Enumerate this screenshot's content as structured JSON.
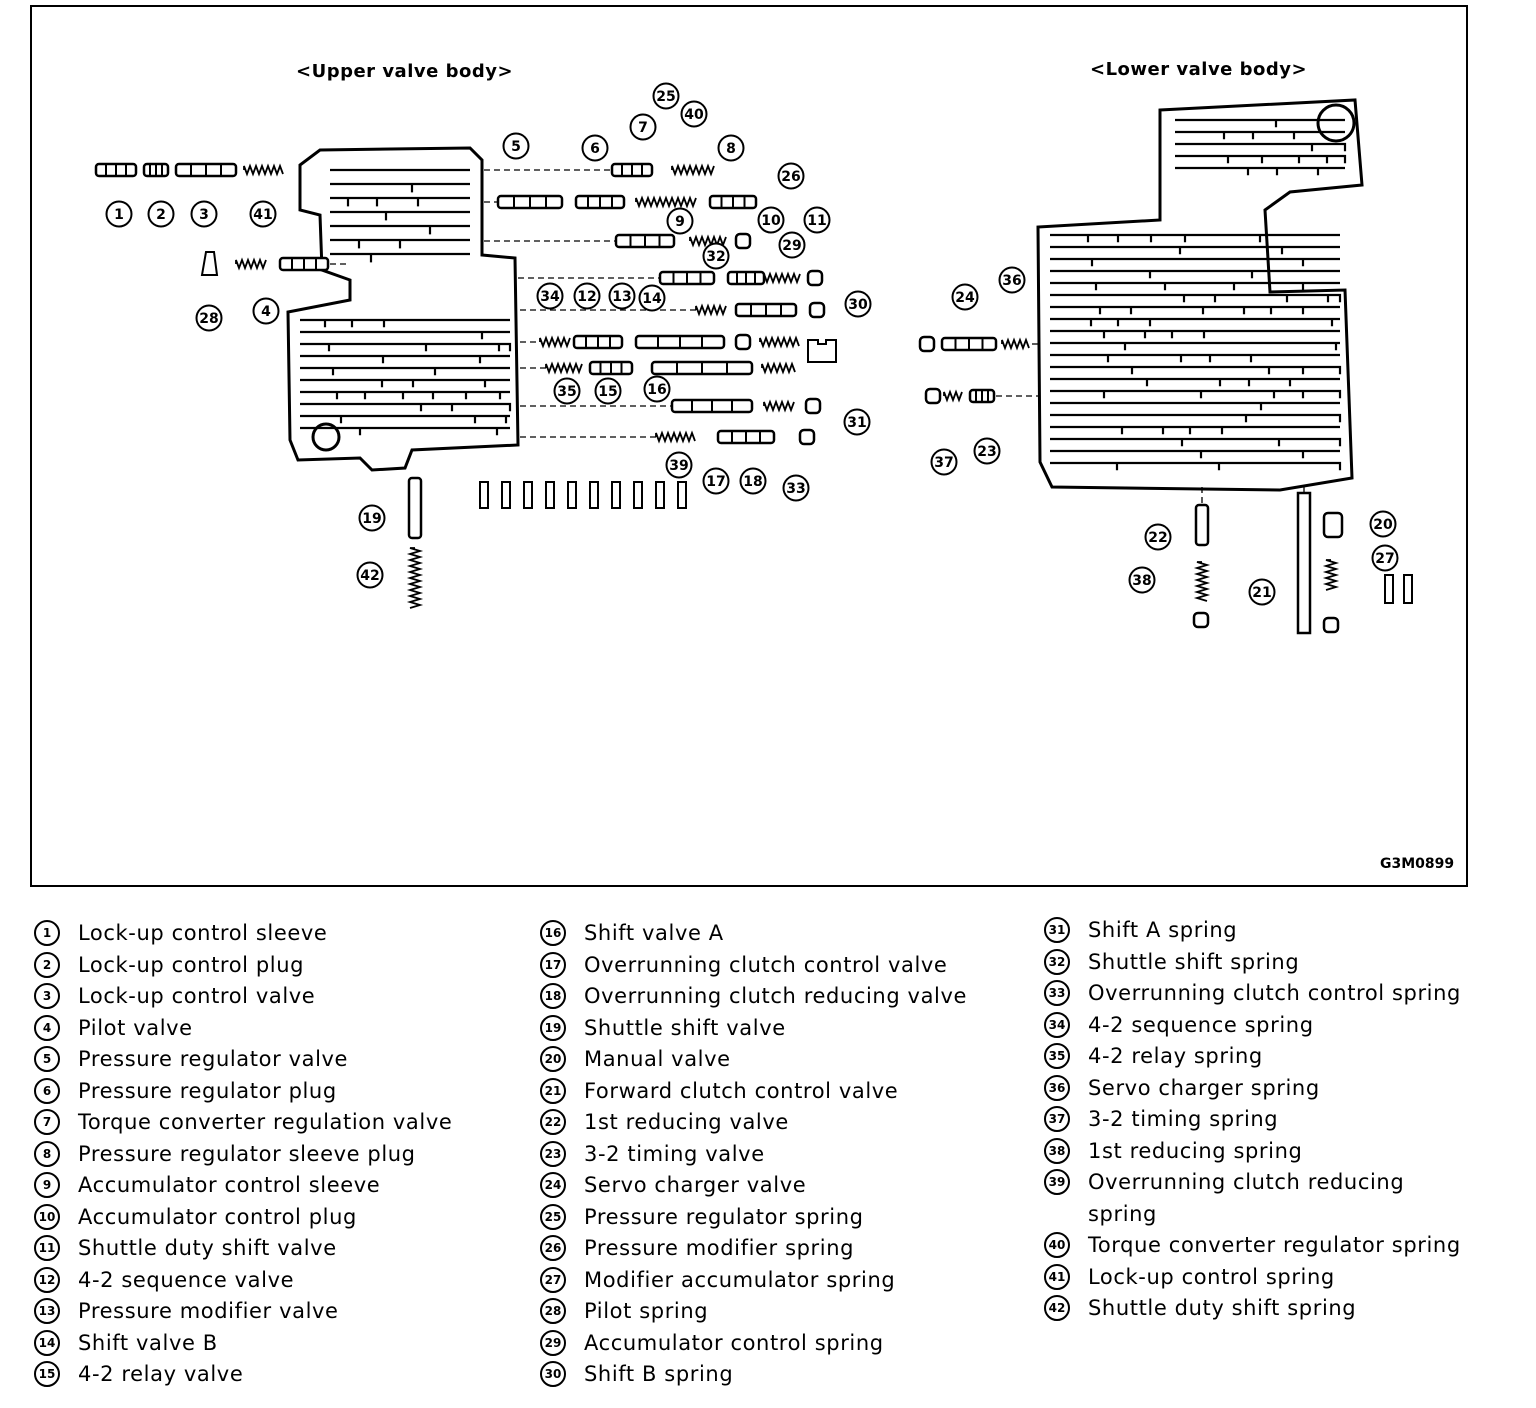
{
  "figure": {
    "upper_label": "<Upper valve body>",
    "lower_label": "<Lower valve body>",
    "code": "G3M0899",
    "callouts": [
      "1",
      "2",
      "3",
      "4",
      "5",
      "6",
      "7",
      "8",
      "9",
      "10",
      "11",
      "12",
      "13",
      "14",
      "15",
      "16",
      "17",
      "18",
      "19",
      "20",
      "21",
      "22",
      "23",
      "24",
      "25",
      "26",
      "27",
      "28",
      "29",
      "30",
      "31",
      "32",
      "33",
      "34",
      "35",
      "36",
      "37",
      "38",
      "39",
      "40",
      "41",
      "42"
    ]
  },
  "legend": {
    "col1": [
      {
        "num": "1",
        "text": "Lock-up control sleeve"
      },
      {
        "num": "2",
        "text": "Lock-up control plug"
      },
      {
        "num": "3",
        "text": "Lock-up control valve"
      },
      {
        "num": "4",
        "text": "Pilot valve"
      },
      {
        "num": "5",
        "text": "Pressure regulator valve"
      },
      {
        "num": "6",
        "text": "Pressure regulator plug"
      },
      {
        "num": "7",
        "text": "Torque converter regulation valve"
      },
      {
        "num": "8",
        "text": "Pressure regulator sleeve plug"
      },
      {
        "num": "9",
        "text": "Accumulator control sleeve"
      },
      {
        "num": "10",
        "text": "Accumulator control plug"
      },
      {
        "num": "11",
        "text": "Shuttle duty shift valve"
      },
      {
        "num": "12",
        "text": "4-2 sequence valve"
      },
      {
        "num": "13",
        "text": "Pressure modifier valve"
      },
      {
        "num": "14",
        "text": "Shift valve B"
      },
      {
        "num": "15",
        "text": "4-2 relay valve"
      }
    ],
    "col2": [
      {
        "num": "16",
        "text": "Shift valve A"
      },
      {
        "num": "17",
        "text": "Overrunning clutch control valve"
      },
      {
        "num": "18",
        "text": "Overrunning clutch reducing valve"
      },
      {
        "num": "19",
        "text": "Shuttle shift valve"
      },
      {
        "num": "20",
        "text": "Manual valve"
      },
      {
        "num": "21",
        "text": "Forward clutch control valve"
      },
      {
        "num": "22",
        "text": "1st reducing valve"
      },
      {
        "num": "23",
        "text": "3-2 timing valve"
      },
      {
        "num": "24",
        "text": "Servo charger valve"
      },
      {
        "num": "25",
        "text": "Pressure regulator spring"
      },
      {
        "num": "26",
        "text": "Pressure modifier spring"
      },
      {
        "num": "27",
        "text": "Modifier accumulator spring"
      },
      {
        "num": "28",
        "text": "Pilot spring"
      },
      {
        "num": "29",
        "text": "Accumulator control spring"
      },
      {
        "num": "30",
        "text": "Shift B spring"
      }
    ],
    "col3": [
      {
        "num": "31",
        "text": "Shift A spring"
      },
      {
        "num": "32",
        "text": "Shuttle shift spring"
      },
      {
        "num": "33",
        "text": "Overrunning clutch control spring"
      },
      {
        "num": "34",
        "text": "4-2 sequence spring"
      },
      {
        "num": "35",
        "text": "4-2 relay spring"
      },
      {
        "num": "36",
        "text": "Servo charger spring"
      },
      {
        "num": "37",
        "text": "3-2 timing spring"
      },
      {
        "num": "38",
        "text": "1st reducing spring"
      },
      {
        "num": "39",
        "text": "Overrunning clutch reducing spring"
      },
      {
        "num": "40",
        "text": "Torque converter regulator spring"
      },
      {
        "num": "41",
        "text": "Lock-up control spring"
      },
      {
        "num": "42",
        "text": "Shuttle duty shift spring"
      }
    ]
  }
}
